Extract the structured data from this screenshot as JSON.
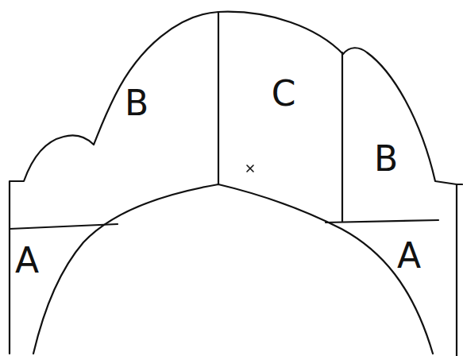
{
  "diagram": {
    "labels": [
      "B",
      "C",
      "B",
      "A",
      "A"
    ]
  }
}
